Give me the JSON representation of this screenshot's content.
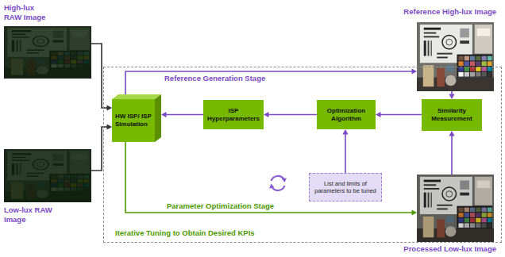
{
  "diagram": {
    "nodes": [
      {
        "text": [
          "High-lux RAW Image"
        ]
      },
      {
        "text": [
          "Reference High-lux Image"
        ]
      },
      {
        "text": [
          "Iterative Tuning to Obtain Desired KPIs"
        ]
      },
      {
        "text": [
          "HW ISP/ ISP Simulation"
        ],
        "in": 2
      },
      {
        "text": [
          "ISP Hyperparameters"
        ],
        "in": 2
      },
      {
        "text": [
          "Optimization Algorithm"
        ],
        "in": 2
      },
      {
        "text": [
          "Similarity Measurement"
        ],
        "in": 2
      },
      {
        "text": [
          "List and limits of parameters to be tuned"
        ],
        "in": 2
      },
      {
        "text": [
          "Low-lux RAW Image"
        ]
      },
      {
        "text": [
          "Processed Low-lux Image"
        ]
      }
    ],
    "edges": [
      {
        "from": 0,
        "to": 3,
        "arrow": "to"
      },
      {
        "from": 8,
        "to": 3,
        "arrow": "to"
      },
      {
        "from": 3,
        "to": 1,
        "label": "Reference Generation Stage",
        "arrow": "to"
      },
      {
        "from": 3,
        "to": 9,
        "label": "Parameter Optimization Stage",
        "arrow": "to"
      },
      {
        "from": 1,
        "to": 6,
        "arrow": "to"
      },
      {
        "from": 9,
        "to": 6,
        "arrow": "to"
      },
      {
        "from": 6,
        "to": 5,
        "arrow": "to"
      },
      {
        "from": 5,
        "to": 4,
        "arrow": "to"
      },
      {
        "from": 4,
        "to": 3,
        "arrow": "to"
      },
      {
        "from": 7,
        "to": 5,
        "arrow": "to"
      }
    ]
  }
}
